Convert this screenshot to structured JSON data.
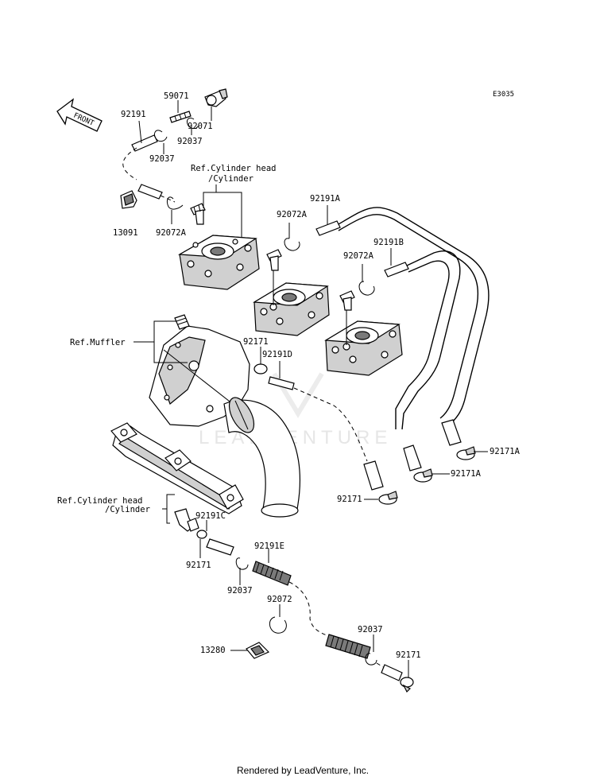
{
  "diagram_code": "E3035",
  "front_label": "FRONT",
  "footer": "Rendered by LeadVenture, Inc.",
  "watermark": "LEADVENTURE",
  "references": {
    "cyl_head_top": [
      "Ref.Cylinder head",
      "/Cylinder"
    ],
    "muffler": "Ref.Muffler",
    "cyl_head_bottom": [
      "Ref.Cylinder head",
      "/Cylinder"
    ]
  },
  "part_labels": {
    "p59071": "59071",
    "p92191_top": "92191",
    "p92071": "92071",
    "p92037_a": "92037",
    "p92037_b": "92037",
    "p13091": "13091",
    "p92072A_a": "92072A",
    "p92072A_b": "92072A",
    "p92072A_c": "92072A",
    "p92191A": "92191A",
    "p92191B": "92191B",
    "p92171_mid": "92171",
    "p92191D": "92191D",
    "p92171A_a": "92171A",
    "p92171A_b": "92171A",
    "p92171_b": "92171",
    "p92191C": "92191C",
    "p92171_c": "92171",
    "p92191E": "92191E",
    "p92037_c": "92037",
    "p92072": "92072",
    "p13280": "13280",
    "p92037_d": "92037",
    "p92171_d": "92171"
  }
}
